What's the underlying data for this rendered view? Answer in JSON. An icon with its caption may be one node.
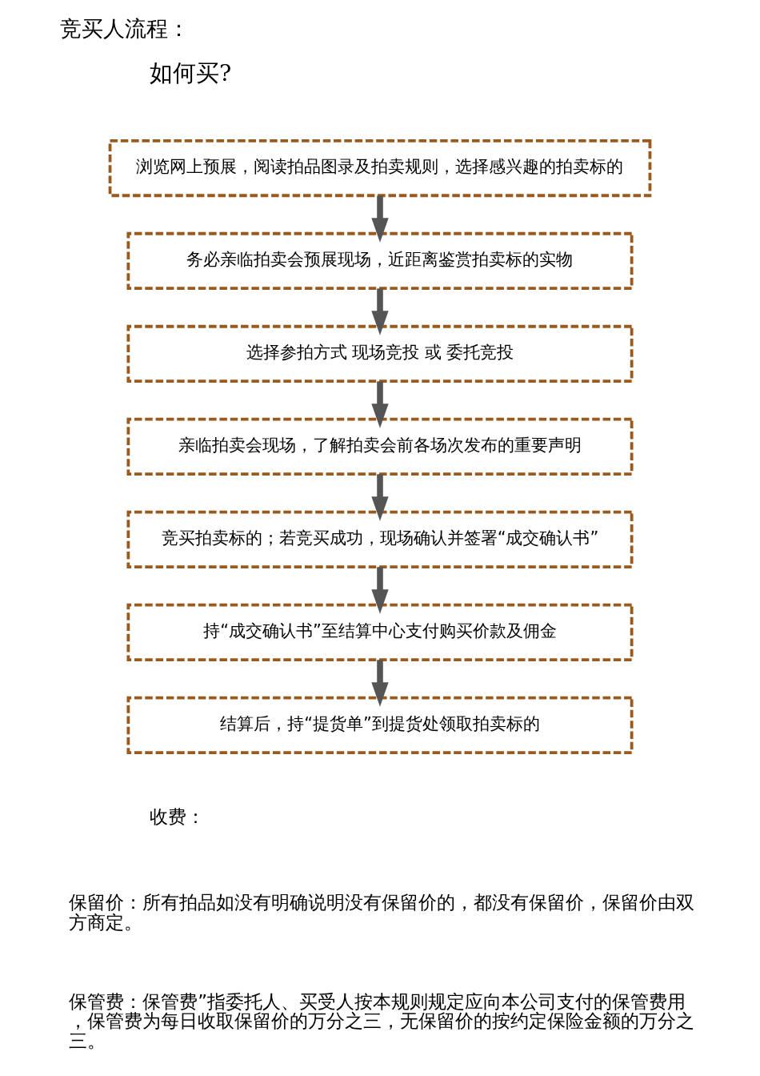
{
  "diagram": {
    "title": "竞买人流程：",
    "nodes": [
      {
        "text": [
          "浏览网上预展，阅读拍品图录及拍卖规则，选择感兴趣的拍卖标的"
        ]
      },
      {
        "text": [
          "务必亲临拍卖会预展现场，近距离鉴赏拍卖标的实物"
        ]
      },
      {
        "text": [
          "选择参拍方式 现场竞投 或 委托竞投"
        ]
      },
      {
        "text": [
          "亲临拍卖会现场，了解拍卖会前各场次发布的重要声明"
        ]
      },
      {
        "text": [
          "竞买拍卖标的；若竞买成功，现场确认并签署“成交确认书”"
        ]
      },
      {
        "text": [
          "持“成交确认书”至结算中心支付购买价款及佣金"
        ]
      },
      {
        "text": [
          "结算后，持“提货单”到提货处领取拍卖标的"
        ]
      }
    ],
    "edges": [
      {
        "from": 0,
        "to": 1,
        "arrow": "to"
      },
      {
        "from": 1,
        "to": 2,
        "arrow": "to"
      },
      {
        "from": 2,
        "to": 3,
        "arrow": "to"
      },
      {
        "from": 3,
        "to": 4,
        "arrow": "to"
      },
      {
        "from": 4,
        "to": 5,
        "arrow": "to"
      },
      {
        "from": 5,
        "to": 6,
        "arrow": "to"
      }
    ],
    "labels": [
      "如何买?",
      "收费：",
      "保留价：所有拍品如没有明确说明没有保留价的，都没有保留价，保留价由双方商定。",
      "保管费：保管费”指委托人、买受人按本规则规定应向本公司支付的保管费用，保管费为每日收取保留价的万分之三，无保留价的按约定保险金额的万分之三。"
    ]
  }
}
